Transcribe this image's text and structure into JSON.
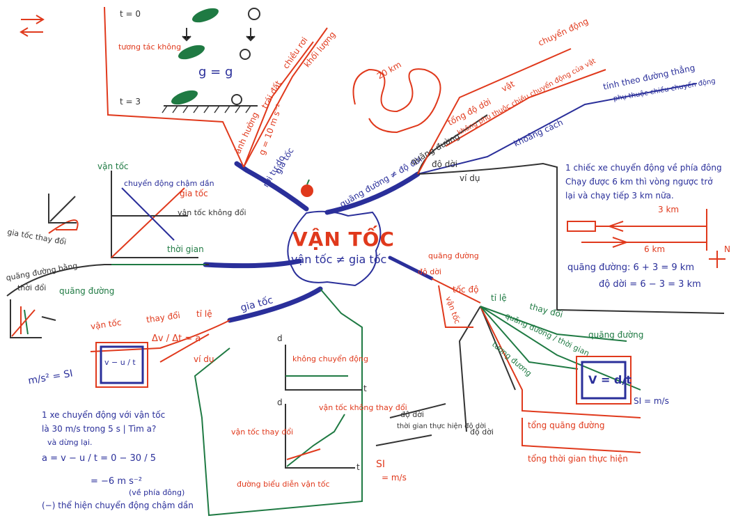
{
  "center": {
    "title": "VẬN TỐC",
    "subtitle": "vận tốc ≠ gia tốc"
  },
  "top_left": {
    "t0": "t = 0",
    "t3": "t = 3",
    "free_fall": "tương tác không",
    "g_eq": "g = g",
    "branch_1": "chiều rơi",
    "branch_2": "trái đất",
    "branch_3": "khối lượng",
    "branch_4": "ảnh hưởng",
    "g_value": "g = 10 m s⁻²",
    "gia_toc_label": "gia tốc",
    "roi_tu_do": "rơi tự do"
  },
  "top_right": {
    "km20": "20 km",
    "quang_duong": "quãng đường",
    "do_doi": "độ dời",
    "quang_duong_do_doi": "quãng đường ≠ độ dời",
    "tong_do_doi": "tổng độ dời",
    "vat": "vật",
    "chuyen_dong": "chuyển động",
    "khong_phu_thuoc": "không phụ thuộc chiều chuyển động của vật",
    "khoang_cach": "khoảng cách",
    "tinh_theo": "tính theo đường thẳng",
    "phu_thuoc": "phụ thuộc chiều chuyển động",
    "vi_du": "ví dụ"
  },
  "example_right": {
    "line1": "1 chiếc xe chuyển động về phía đông",
    "line2": "Chạy được 6 km thì vòng ngược trở",
    "line3": "lại và chạy tiếp 3 km nữa.",
    "km3": "3 km",
    "km6": "6 km",
    "north": "N",
    "qd": "quãng đường: 6 + 3 = 9 km",
    "dd": "độ dời = 6 − 3 = 3 km"
  },
  "left_graph": {
    "van_toc": "vận tốc",
    "cham_dan": "chuyển động chậm dần",
    "gia_toc": "gia tốc",
    "khong_doi": "vận tốc không đổi",
    "thoi_gian": "thời gian"
  },
  "far_left": {
    "gia_toc_thay_doi": "gia tốc thay đổi",
    "quang_duong_bang": "quãng đường bằng",
    "thoi_doi": "thời đổi",
    "quang_duong": "quãng đường"
  },
  "bottom_left": {
    "van_toc": "vận tốc",
    "thay_doi": "thay đổi",
    "ti_le": "tỉ lệ",
    "gia_toc": "gia tốc",
    "formula_box": "v − u / t",
    "delta": "Δv / Δt = a",
    "unit": "m/s² = SI",
    "vi_du": "ví dụ",
    "ex1": "1 xe chuyển động với vận tốc",
    "ex2": "là 30 m/s trong 5 s | Tìm a?",
    "ex3": "và dừng lại.",
    "calc1": "a = v − u / t = 0 − 30 / 5",
    "calc2": "= −6 m s⁻²",
    "calc3": "(về phía đông)",
    "note": "(−) thể hiện chuyển động chậm dần"
  },
  "bottom_center": {
    "khong_chuyen_dong": "không chuyển động",
    "van_toc_khong_thay_doi": "vận tốc không thay đổi",
    "van_toc_thay_doi": "vận tốc thay đổi",
    "duong_bieu_dien": "đường biểu diễn vận tốc",
    "d": "d",
    "t": "t",
    "si": "SI",
    "m_s": "= m/s",
    "do_doi": "độ dời",
    "thoi_gian_thuc_hien": "thời gian thực hiện độ dời"
  },
  "bottom_right": {
    "quang_duong": "quãng đường",
    "do_doi": "độ dời",
    "toc_do": "tốc độ",
    "ti_le": "tỉ lệ",
    "thay_doi": "thay đổi",
    "quang_duong_ratio": "quãng đường / thời gian",
    "tuong_duong": "tương đương",
    "v_formula": "V = d/t",
    "si": "SI = m/s",
    "tong_quang_duong": "tổng quãng đường",
    "tong_thoi_gian": "tổng thời gian thực hiện",
    "van_toc_lbl": "vận tốc"
  },
  "colors": {
    "red": "#e0391c",
    "blue": "#2a2f9a",
    "green": "#1f7a43",
    "dark": "#333333"
  }
}
